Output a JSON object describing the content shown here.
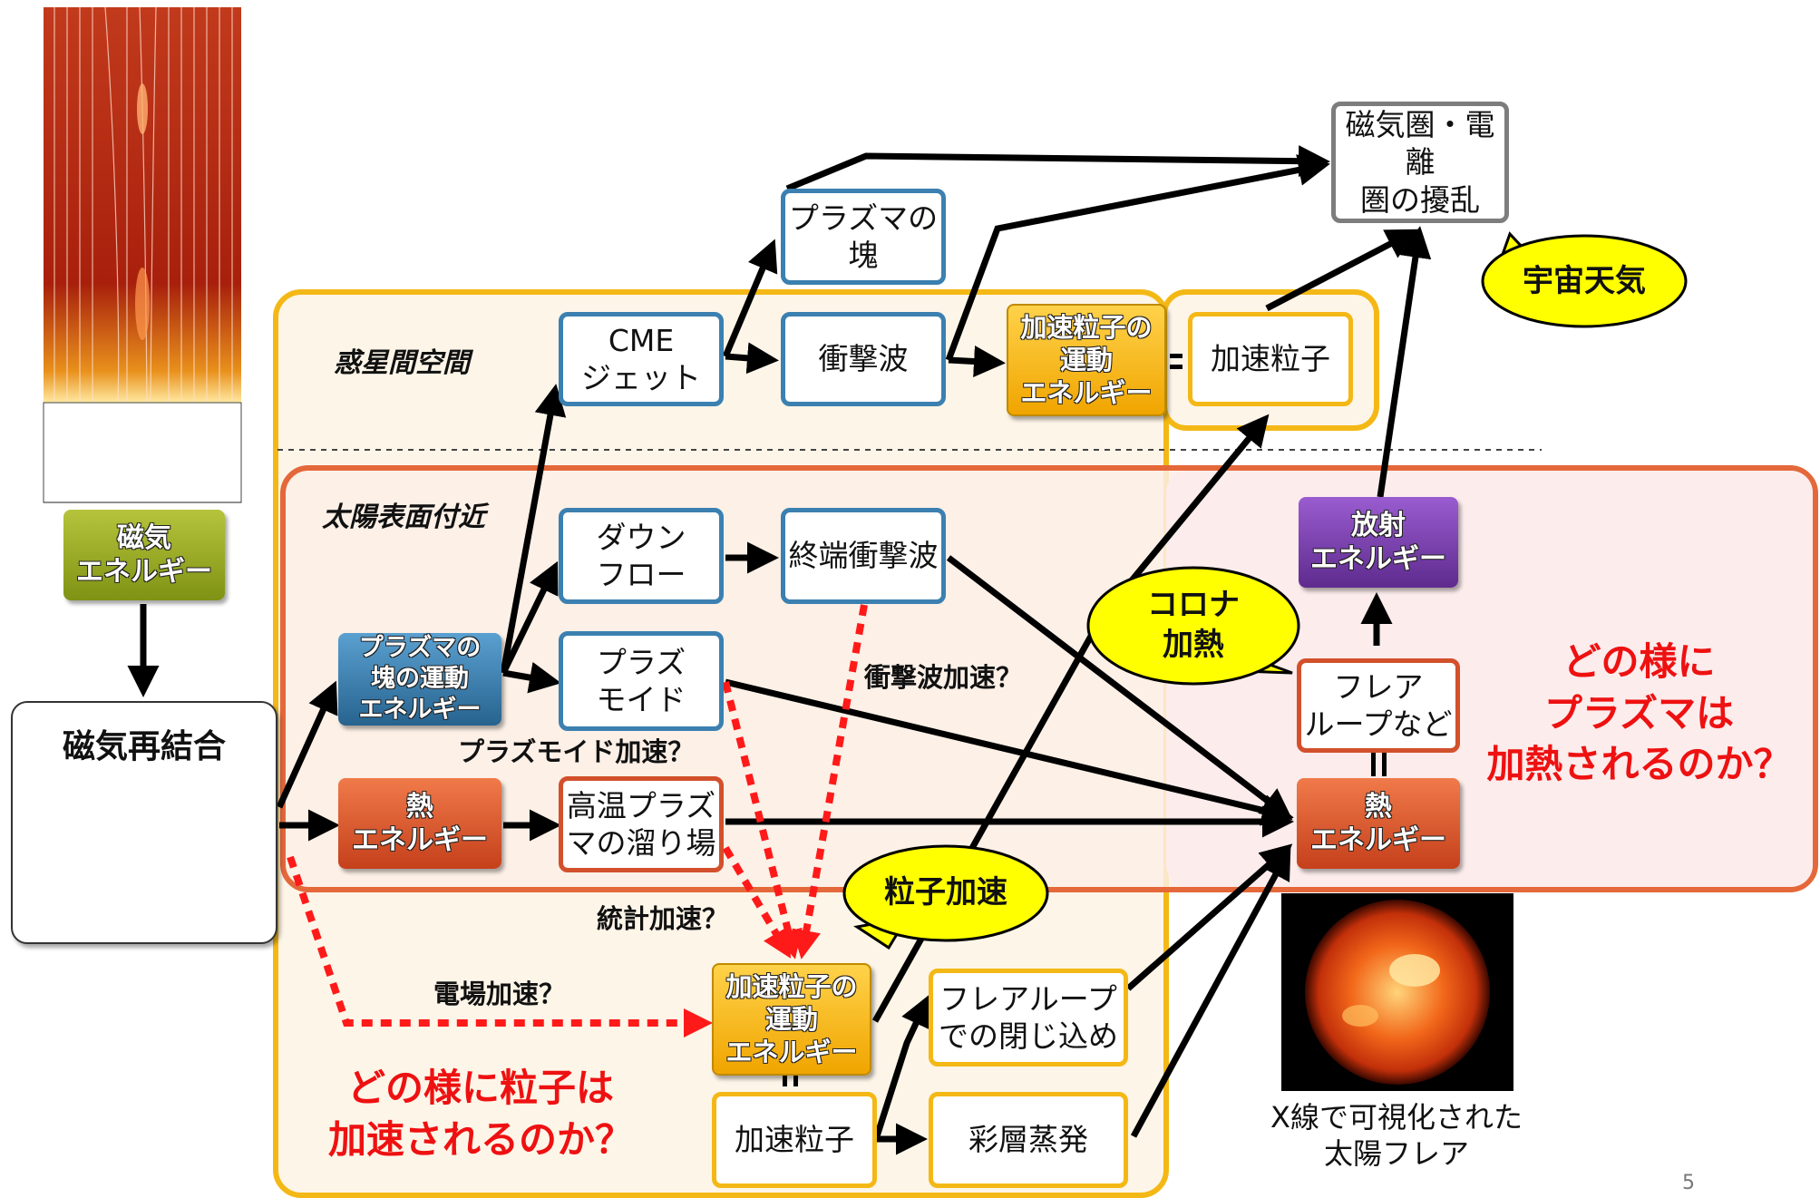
{
  "regions": {
    "interplanetary": "惑星間空間",
    "solar_surface": "太陽表面付近"
  },
  "boxes": {
    "magnetic_energy": "磁気\nエネルギー",
    "reconnection": "磁気再結合",
    "plasma_blob_energy": "プラズマの\n塊の運動\nエネルギー",
    "thermal_energy_left": "熱\nエネルギー",
    "cme_jet": "CME\nジェット",
    "plasma_blob": "プラズマの\n塊",
    "shock": "衝撃波",
    "accel_energy_top": "加速粒子の\n運動\nエネルギー",
    "accel_particles_top": "加速粒子",
    "magnetosphere": "磁気圏・電離\n圏の擾乱",
    "downflow": "ダウン\nフロー",
    "termination_shock": "終端衝撃波",
    "plasmoid": "プラズ\nモイド",
    "hot_plasma_pool": "高温プラズ\nマの溜り場",
    "radiation_energy": "放射\nエネルギー",
    "flare_loops": "フレア\nループなど",
    "thermal_energy_right": "熱\nエネルギー",
    "accel_energy_bottom": "加速粒子の\n運動\nエネルギー",
    "flare_loop_confinement": "フレアループ\nでの閉じ込め",
    "accel_particles_bottom": "加速粒子",
    "chromospheric_evaporation": "彩層蒸発"
  },
  "bubbles": {
    "space_weather": "宇宙天気",
    "corona_heating": "コロナ\n加熱",
    "particle_acceleration": "粒子加速"
  },
  "labels": {
    "shock_accel": "衝撃波加速？",
    "plasmoid_accel": "プラズモイド加速？",
    "statistical_accel": "統計加速？",
    "efield_accel": "電場加速？"
  },
  "questions": {
    "plasma_heating": "どの様に\nプラズマは\n加熱されるのか？",
    "particle_accel": "どの様に粒子は\n加速されるのか？"
  },
  "captions": {
    "sun_caption": "X線で可視化された\n太陽フレア"
  },
  "page_number": "5",
  "colors": {
    "region_outer": "#f4b816",
    "region_inner": "#e4683a",
    "dashed_arrow": "#ff1a1a",
    "bubble": "#ffff00"
  }
}
